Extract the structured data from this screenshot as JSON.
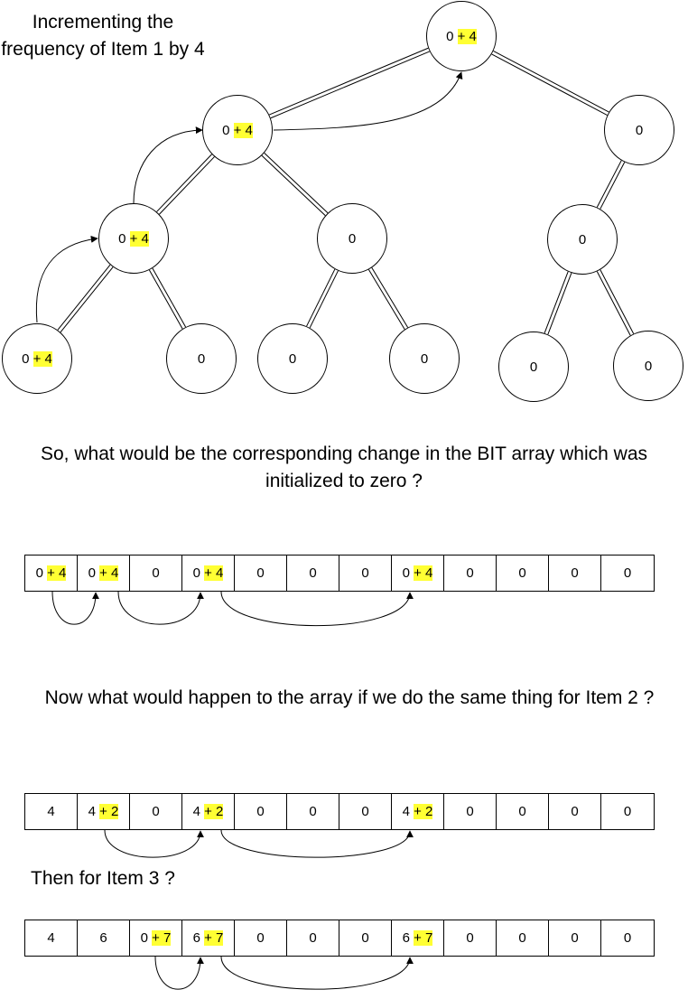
{
  "title": "Incrementing the frequency of Item 1 by 4",
  "tree": {
    "nodes": [
      {
        "id": "root",
        "base": "0",
        "inc": "+ 4"
      },
      {
        "id": "l1-left",
        "base": "0",
        "inc": "+ 4"
      },
      {
        "id": "l1-right",
        "base": "0",
        "inc": ""
      },
      {
        "id": "l2-a",
        "base": "0",
        "inc": "+ 4"
      },
      {
        "id": "l2-b",
        "base": "0",
        "inc": ""
      },
      {
        "id": "l2-c",
        "base": "0",
        "inc": ""
      },
      {
        "id": "leaf-1",
        "base": "0",
        "inc": "+ 4"
      },
      {
        "id": "leaf-2",
        "base": "0",
        "inc": ""
      },
      {
        "id": "leaf-3",
        "base": "0",
        "inc": ""
      },
      {
        "id": "leaf-4",
        "base": "0",
        "inc": ""
      },
      {
        "id": "leaf-5",
        "base": "0",
        "inc": ""
      },
      {
        "id": "leaf-6",
        "base": "0",
        "inc": ""
      }
    ]
  },
  "question1": "So, what would be the corresponding change in the BIT array which was initialized to zero ?",
  "array1": [
    {
      "base": "0",
      "inc": "+ 4"
    },
    {
      "base": "0",
      "inc": "+ 4"
    },
    {
      "base": "0",
      "inc": ""
    },
    {
      "base": "0",
      "inc": "+ 4"
    },
    {
      "base": "0",
      "inc": ""
    },
    {
      "base": "0",
      "inc": ""
    },
    {
      "base": "0",
      "inc": ""
    },
    {
      "base": "0",
      "inc": "+ 4"
    },
    {
      "base": "0",
      "inc": ""
    },
    {
      "base": "0",
      "inc": ""
    },
    {
      "base": "0",
      "inc": ""
    },
    {
      "base": "0",
      "inc": ""
    }
  ],
  "question2": "Now what would happen to the array if we do the same thing for Item 2 ?",
  "array2": [
    {
      "base": "4",
      "inc": ""
    },
    {
      "base": "4",
      "inc": "+ 2"
    },
    {
      "base": "0",
      "inc": ""
    },
    {
      "base": "4",
      "inc": "+ 2"
    },
    {
      "base": "0",
      "inc": ""
    },
    {
      "base": "0",
      "inc": ""
    },
    {
      "base": "0",
      "inc": ""
    },
    {
      "base": "4",
      "inc": "+ 2"
    },
    {
      "base": "0",
      "inc": ""
    },
    {
      "base": "0",
      "inc": ""
    },
    {
      "base": "0",
      "inc": ""
    },
    {
      "base": "0",
      "inc": ""
    }
  ],
  "question3": "Then for Item 3 ?",
  "array3": [
    {
      "base": "4",
      "inc": ""
    },
    {
      "base": "6",
      "inc": ""
    },
    {
      "base": "0",
      "inc": "+ 7"
    },
    {
      "base": "6",
      "inc": "+ 7"
    },
    {
      "base": "0",
      "inc": ""
    },
    {
      "base": "0",
      "inc": ""
    },
    {
      "base": "0",
      "inc": ""
    },
    {
      "base": "6",
      "inc": "+ 7"
    },
    {
      "base": "0",
      "inc": ""
    },
    {
      "base": "0",
      "inc": ""
    },
    {
      "base": "0",
      "inc": ""
    },
    {
      "base": "0",
      "inc": ""
    }
  ],
  "colors": {
    "highlight": "#ffff33",
    "line": "#000000"
  }
}
